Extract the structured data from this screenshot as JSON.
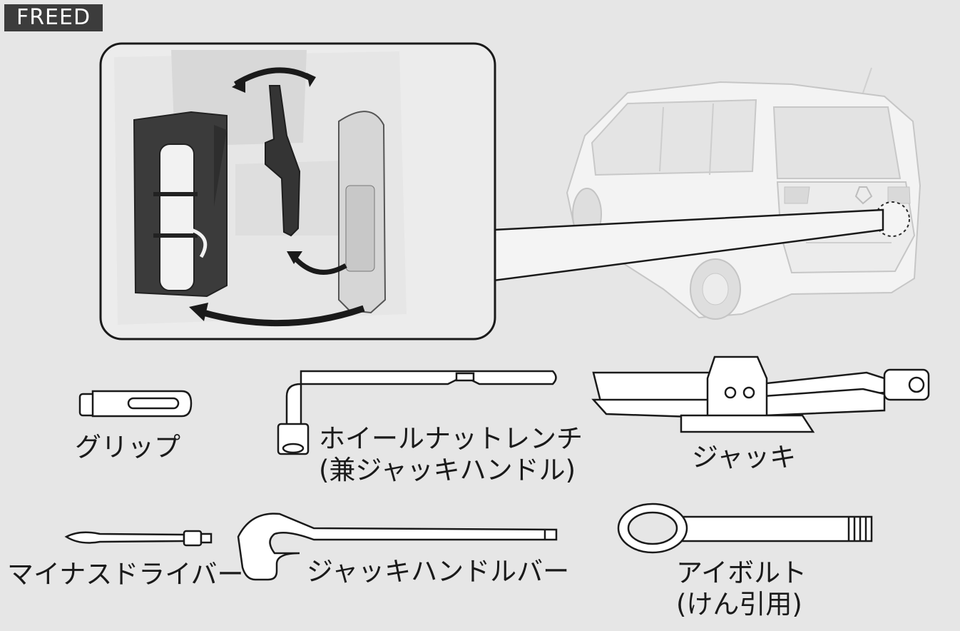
{
  "model_badge": "FREED",
  "tools": {
    "grip": "グリップ",
    "wheel_nut_wrench": "ホイールナットレンチ",
    "wheel_nut_wrench_sub": "(兼ジャッキハンドル)",
    "jack": "ジャッキ",
    "flathead_screwdriver": "マイナスドライバー",
    "jack_handle_bar": "ジャッキハンドルバー",
    "eye_bolt": "アイボルト",
    "eye_bolt_sub": "(けん引用)"
  },
  "colors": {
    "background": "#e6e6e6",
    "badge": "#3c3c3c",
    "line": "#1a1a1a"
  }
}
